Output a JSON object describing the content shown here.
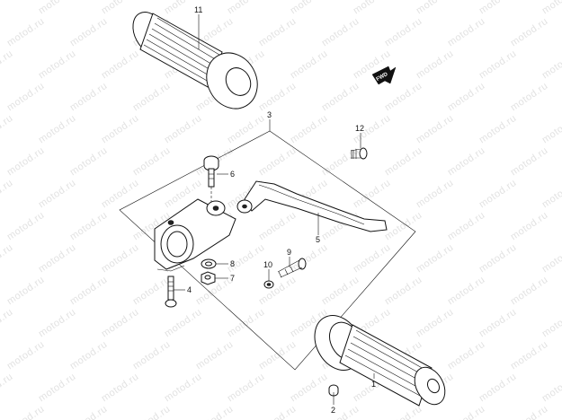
{
  "watermark": {
    "text": "motod.ru",
    "color": "#e2e2e2"
  },
  "direction_marker": {
    "label": "FWD",
    "icon": "forward-arrow-icon"
  },
  "parts": [
    {
      "number": "1",
      "name": "right-grip"
    },
    {
      "number": "2",
      "name": "grip-end-cap"
    },
    {
      "number": "3",
      "name": "clutch-lever-assembly"
    },
    {
      "number": "4",
      "name": "holder-bolt"
    },
    {
      "number": "5",
      "name": "clutch-lever"
    },
    {
      "number": "6",
      "name": "lever-pivot-bolt"
    },
    {
      "number": "7",
      "name": "nut"
    },
    {
      "number": "8",
      "name": "washer"
    },
    {
      "number": "9",
      "name": "adjuster-screw"
    },
    {
      "number": "10",
      "name": "cable-nipple"
    },
    {
      "number": "11",
      "name": "left-grip"
    },
    {
      "number": "12",
      "name": "bar-end-screw"
    }
  ]
}
